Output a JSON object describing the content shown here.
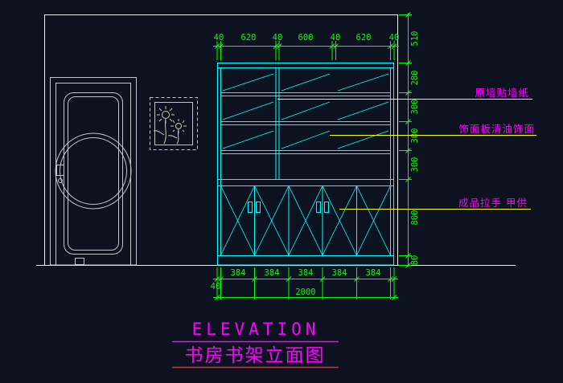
{
  "drawing": {
    "type": "cad-elevation",
    "colors": {
      "background": "#0c1220",
      "shelf_lines": "#00ffff",
      "dimension_text": "#00ff00",
      "leader_lines": "#ffff00",
      "annotation_text": "#ff00ff",
      "wall_lines": "#eef2f2",
      "door_lines": "#c3c6c9",
      "title_text": "#ff00ff",
      "title_underline_2": "#ff2020"
    }
  },
  "dimensions": {
    "top": [
      "40",
      "620",
      "40",
      "600",
      "40",
      "620",
      "40"
    ],
    "right": [
      "510",
      "280",
      "300",
      "300",
      "300",
      "800",
      "80"
    ],
    "bottom": [
      "384",
      "384",
      "384",
      "384",
      "384"
    ],
    "bottom_left": "40",
    "total_width": "2000"
  },
  "annotations": [
    {
      "text": "原墙贴墙纸"
    },
    {
      "text": "饰面板清油饰面"
    },
    {
      "text": "成品拉手  甲供"
    }
  ],
  "title": {
    "en": "ELEVATION",
    "zh": "书房书架立面图"
  }
}
